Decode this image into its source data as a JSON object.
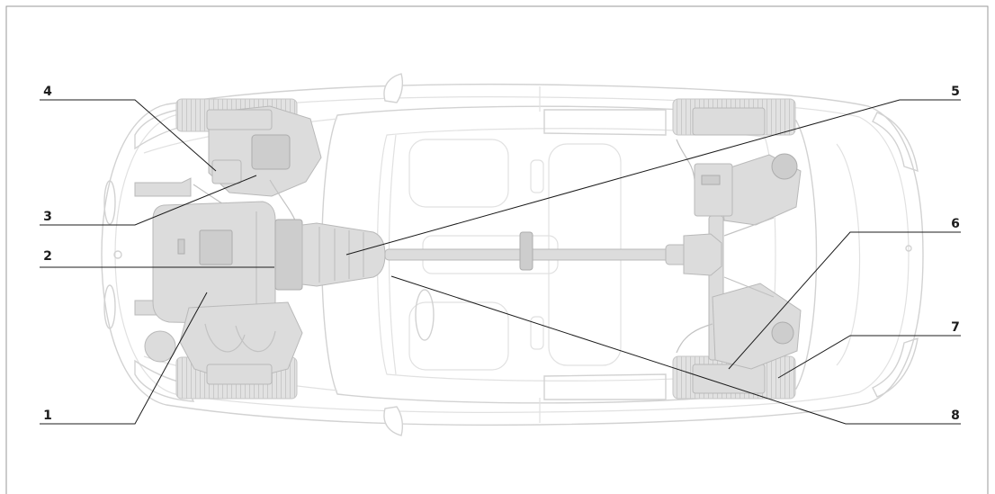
{
  "callouts": [
    "1",
    "2",
    "3",
    "4",
    "5",
    "6",
    "7",
    "8"
  ],
  "colors": {
    "leader_line": "#1c1c1c",
    "frame": "#9a9a9a",
    "car_outline": "#d2d2d2",
    "drivetrain_fill": "#dcdcdc"
  }
}
